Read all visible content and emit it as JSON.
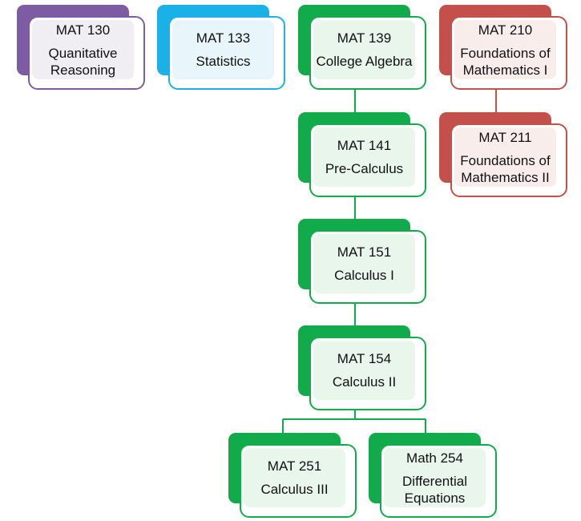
{
  "nodes": {
    "mat130": {
      "code": "MAT 130",
      "title": "Quanitative\nReasoning"
    },
    "mat133": {
      "code": "MAT 133",
      "title": "Statistics"
    },
    "mat139": {
      "code": "MAT 139",
      "title": "College Algebra"
    },
    "mat210": {
      "code": "MAT 210",
      "title": "Foundations of\nMathematics I"
    },
    "mat141": {
      "code": "MAT 141",
      "title": "Pre-Calculus"
    },
    "mat211": {
      "code": "MAT 211",
      "title": "Foundations of\nMathematics II"
    },
    "mat151": {
      "code": "MAT 151",
      "title": "Calculus I"
    },
    "mat154": {
      "code": "MAT 154",
      "title": "Calculus II"
    },
    "mat251": {
      "code": "MAT 251",
      "title": "Calculus III"
    },
    "math254": {
      "code": "Math 254",
      "title": "Differential\nEquations"
    }
  },
  "colors": {
    "purple": "#7d5ca3",
    "blue": "#1ab0e8",
    "green": "#12ab4b",
    "red": "#c4504c"
  }
}
